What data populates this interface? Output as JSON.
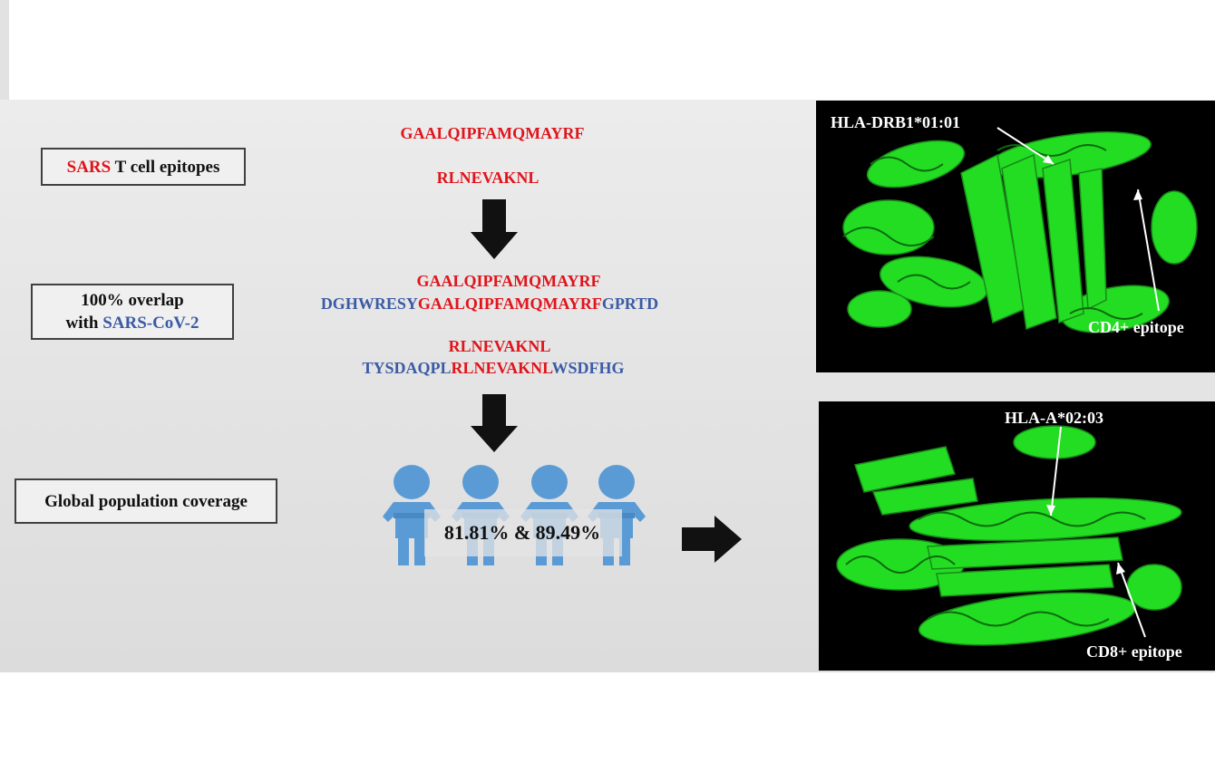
{
  "boxes": {
    "sars_epitopes": {
      "highlight": "SARS",
      "rest": " T cell epitopes"
    },
    "overlap": {
      "line1": "100% overlap",
      "line2_prefix": "with ",
      "line2_highlight": "SARS-CoV-2"
    },
    "coverage": {
      "label": "Global population coverage"
    }
  },
  "sequences": {
    "sars_epitope_1": "GAALQIPFAMQMAYRF",
    "sars_epitope_2": "RLNEVAKNL",
    "overlap_1": {
      "epitope": "GAALQIPFAMQMAYRF",
      "left_flank": "DGHWRESY",
      "core": "GAALQIPFAMQMAYRF",
      "right_flank": "GPRTD"
    },
    "overlap_2": {
      "epitope": "RLNEVAKNL",
      "left_flank": "TYSDAQPL",
      "core": "RLNEVAKNL",
      "right_flank": "WSDFHG"
    }
  },
  "coverage_values": "81.81% & 89.49%",
  "structures": {
    "top": {
      "allele": "HLA-DRB1*01:01",
      "epitope": "CD4+ epitope"
    },
    "bottom": {
      "allele": "HLA-A*02:03",
      "epitope": "CD8+ epitope"
    }
  },
  "colors": {
    "sars_red": "#e0141b",
    "cov2_blue": "#3b5ba5",
    "protein_green": "#22dd22",
    "people_blue": "#5b9bd5"
  },
  "icons": [
    "arrow-down-icon",
    "arrow-right-icon",
    "person-icon",
    "protein-structure-image"
  ]
}
